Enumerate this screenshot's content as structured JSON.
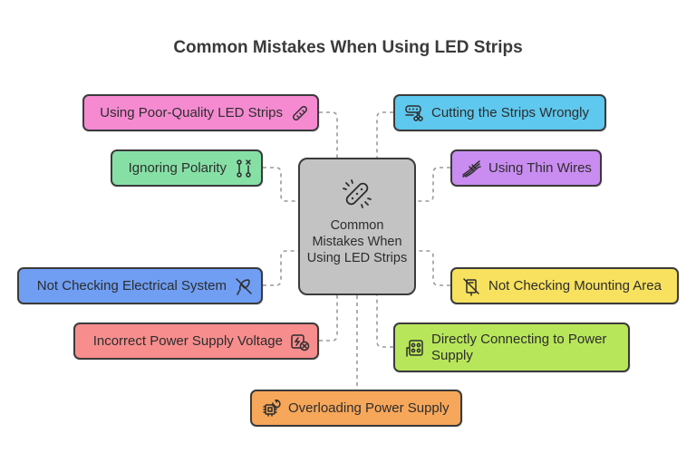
{
  "title": "Common Mistakes When Using LED Strips",
  "center": {
    "label": "Common Mistakes When Using LED Strips",
    "icon": "led-strip-icon",
    "color": "#c3c3c3"
  },
  "items": [
    {
      "key": "poor-quality",
      "label": "Using Poor-Quality LED Strips",
      "icon": "led-strip-icon",
      "color": "#f58ad1",
      "side": "left"
    },
    {
      "key": "polarity",
      "label": "Ignoring Polarity",
      "icon": "polarity-icon",
      "color": "#86e0a6",
      "side": "left"
    },
    {
      "key": "electrical",
      "label": "Not Checking Electrical System",
      "icon": "plug-off-icon",
      "color": "#6f9ef3",
      "side": "left"
    },
    {
      "key": "voltage",
      "label": "Incorrect Power Supply Voltage",
      "icon": "power-error-icon",
      "color": "#f78d8d",
      "side": "left"
    },
    {
      "key": "overloading",
      "label": "Overloading Power Supply",
      "icon": "chip-overload-icon",
      "color": "#f7a75a",
      "side": "bottom"
    },
    {
      "key": "cutting",
      "label": "Cutting the Strips Wrongly",
      "icon": "cut-strip-icon",
      "color": "#5fc8ee",
      "side": "right"
    },
    {
      "key": "thin-wires",
      "label": "Using Thin Wires",
      "icon": "wires-icon",
      "color": "#c98cf0",
      "side": "right"
    },
    {
      "key": "mounting",
      "label": "Not Checking Mounting Area",
      "icon": "mount-off-icon",
      "color": "#f7e15e",
      "side": "right"
    },
    {
      "key": "direct",
      "label": "Directly Connecting to Power Supply",
      "icon": "power-board-icon",
      "color": "#b8e65a",
      "side": "right"
    }
  ]
}
